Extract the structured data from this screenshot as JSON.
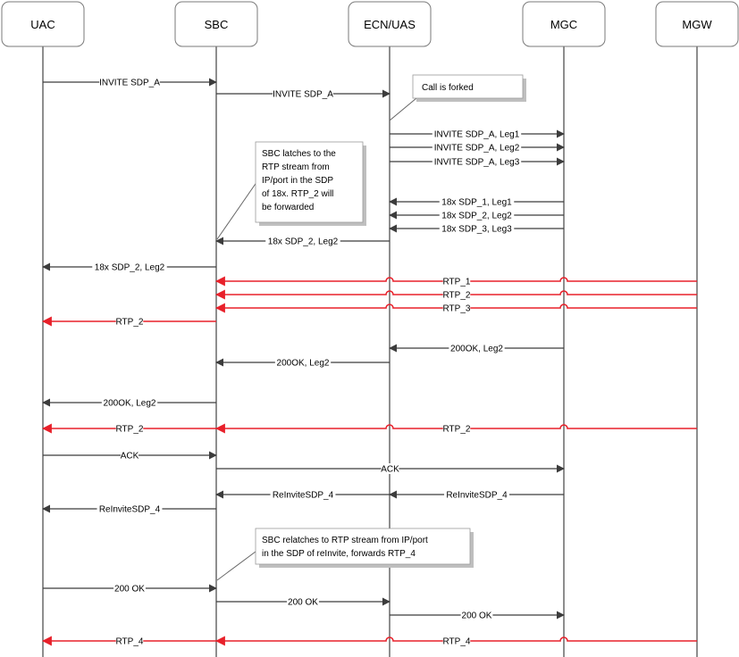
{
  "colors": {
    "signal": "#3c3c3c",
    "media": "#e8202a",
    "box_border": "#7a7a7a",
    "note_fill": "#f2f2f2"
  },
  "participants": [
    {
      "id": "uac",
      "label": "UAC"
    },
    {
      "id": "sbc",
      "label": "SBC"
    },
    {
      "id": "ecn",
      "label": "ECN/UAS"
    },
    {
      "id": "mgc",
      "label": "MGC"
    },
    {
      "id": "mgw",
      "label": "MGW"
    }
  ],
  "messages": [
    {
      "from": "uac",
      "to": "sbc",
      "label": "INVITE SDP_A",
      "kind": "signal"
    },
    {
      "from": "sbc",
      "to": "ecn",
      "label": "INVITE SDP_A",
      "kind": "signal"
    },
    {
      "from": "ecn",
      "to": "mgc",
      "label": "INVITE SDP_A, Leg1",
      "kind": "signal"
    },
    {
      "from": "ecn",
      "to": "mgc",
      "label": "INVITE SDP_A, Leg2",
      "kind": "signal"
    },
    {
      "from": "ecn",
      "to": "mgc",
      "label": "INVITE SDP_A, Leg3",
      "kind": "signal"
    },
    {
      "from": "mgc",
      "to": "ecn",
      "label": "18x SDP_1, Leg1",
      "kind": "signal"
    },
    {
      "from": "mgc",
      "to": "ecn",
      "label": "18x SDP_2, Leg2",
      "kind": "signal"
    },
    {
      "from": "mgc",
      "to": "ecn",
      "label": "18x SDP_3, Leg3",
      "kind": "signal"
    },
    {
      "from": "ecn",
      "to": "sbc",
      "label": "18x SDP_2, Leg2",
      "kind": "signal"
    },
    {
      "from": "sbc",
      "to": "uac",
      "label": "18x SDP_2, Leg2",
      "kind": "signal"
    },
    {
      "from": "mgw",
      "to": "sbc",
      "label": "RTP_1",
      "kind": "media"
    },
    {
      "from": "mgw",
      "to": "sbc",
      "label": "RTP_2",
      "kind": "media"
    },
    {
      "from": "mgw",
      "to": "sbc",
      "label": "RTP_3",
      "kind": "media"
    },
    {
      "from": "sbc",
      "to": "uac",
      "label": "RTP_2",
      "kind": "media"
    },
    {
      "from": "mgc",
      "to": "ecn",
      "label": "200OK, Leg2",
      "kind": "signal"
    },
    {
      "from": "ecn",
      "to": "sbc",
      "label": "200OK, Leg2",
      "kind": "signal"
    },
    {
      "from": "sbc",
      "to": "uac",
      "label": "200OK, Leg2",
      "kind": "signal"
    },
    {
      "from": "sbc",
      "to": "uac",
      "label": "RTP_2",
      "kind": "media"
    },
    {
      "from": "mgw",
      "to": "sbc",
      "label": "RTP_2",
      "kind": "media"
    },
    {
      "from": "uac",
      "to": "sbc",
      "label": "ACK",
      "kind": "signal"
    },
    {
      "from": "sbc",
      "to": "mgc",
      "label": "ACK",
      "kind": "signal"
    },
    {
      "from": "ecn",
      "to": "sbc",
      "label": "ReInviteSDP_4",
      "kind": "signal"
    },
    {
      "from": "mgc",
      "to": "ecn",
      "label": "ReInviteSDP_4",
      "kind": "signal"
    },
    {
      "from": "sbc",
      "to": "uac",
      "label": "ReInviteSDP_4",
      "kind": "signal"
    },
    {
      "from": "uac",
      "to": "sbc",
      "label": "200 OK",
      "kind": "signal"
    },
    {
      "from": "sbc",
      "to": "ecn",
      "label": "200 OK",
      "kind": "signal"
    },
    {
      "from": "ecn",
      "to": "mgc",
      "label": "200 OK",
      "kind": "signal"
    },
    {
      "from": "sbc",
      "to": "uac",
      "label": "RTP_4",
      "kind": "media"
    },
    {
      "from": "mgw",
      "to": "sbc",
      "label": "RTP_4",
      "kind": "media"
    }
  ],
  "notes": [
    {
      "lines": [
        "Call is forked"
      ]
    },
    {
      "lines": [
        "SBC latches to the",
        "RTP stream from",
        "IP/port in the SDP",
        "of 18x. RTP_2 will",
        "be forwarded"
      ]
    },
    {
      "lines": [
        "SBC relatches to RTP stream from IP/port",
        "in the SDP of reInvite, forwards RTP_4"
      ]
    }
  ]
}
